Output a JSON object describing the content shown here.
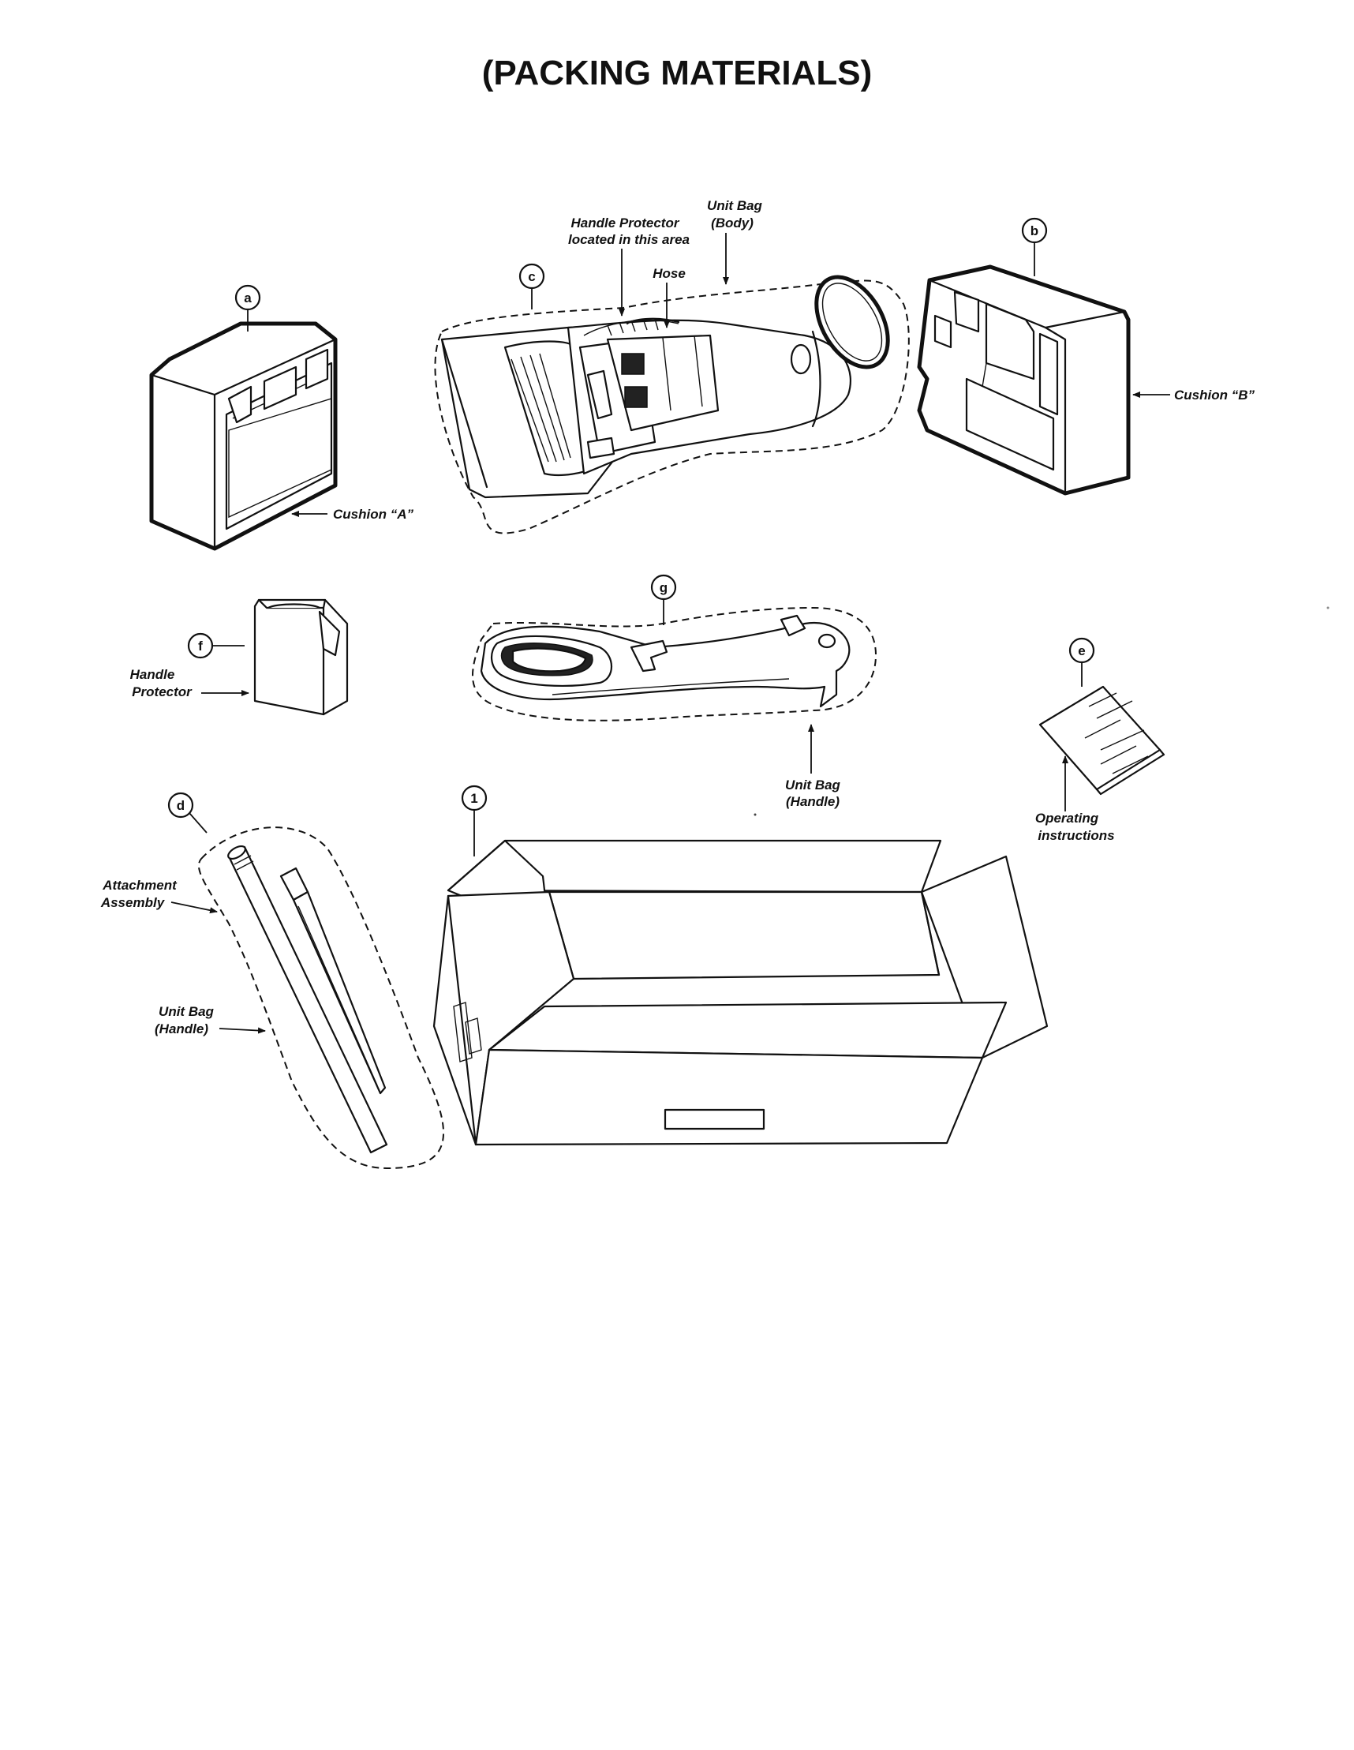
{
  "title": "(PACKING MATERIALS)",
  "callouts": {
    "a": "a",
    "b": "b",
    "c": "c",
    "d": "d",
    "e": "e",
    "f": "f",
    "g": "g",
    "one": "1"
  },
  "labels": {
    "cushion_a": "Cushion “A”",
    "cushion_b": "Cushion “B”",
    "handle_protector_area_line1": "Handle Protector",
    "handle_protector_area_line2": "located in this area",
    "unit_bag_body_line1": "Unit Bag",
    "unit_bag_body_line2": "(Body)",
    "hose": "Hose",
    "handle_protector_line1": "Handle",
    "handle_protector_line2": "Protector",
    "unit_bag_handle_g_line1": "Unit Bag",
    "unit_bag_handle_g_line2": "(Handle)",
    "operating_line1": "Operating",
    "operating_line2": "instructions",
    "attachment_line1": "Attachment",
    "attachment_line2": "Assembly",
    "unit_bag_handle_d_line1": "Unit Bag",
    "unit_bag_handle_d_line2": "(Handle)"
  }
}
